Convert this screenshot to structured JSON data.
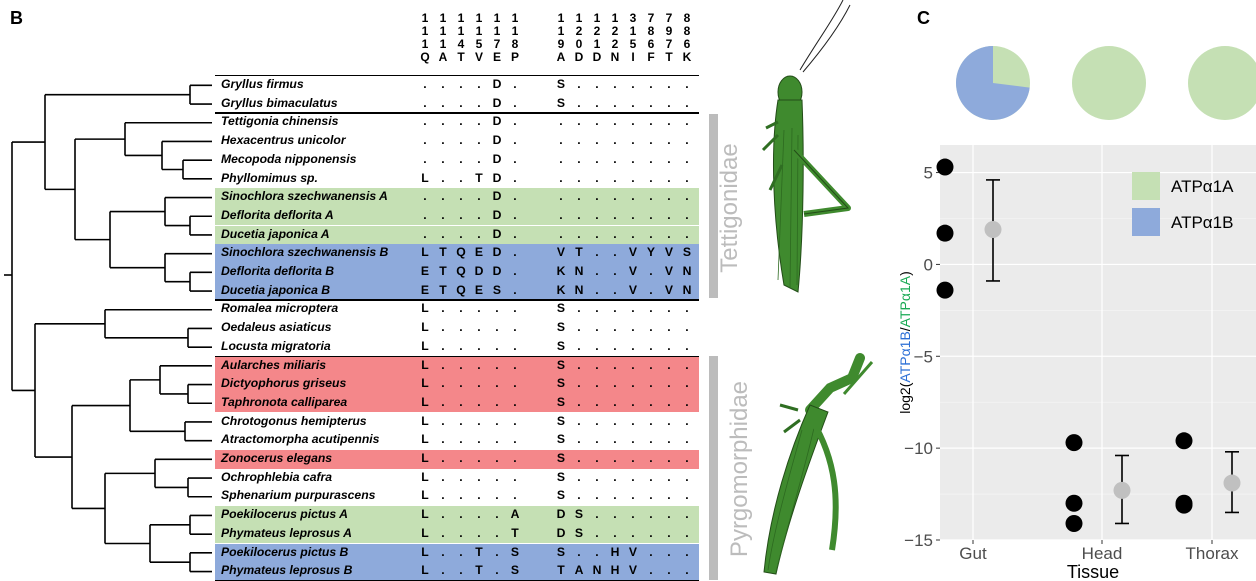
{
  "panel_b": {
    "label": "B",
    "columns": [
      {
        "digits": [
          "1",
          "1",
          "1"
        ],
        "aa": "Q"
      },
      {
        "digits": [
          "1",
          "1",
          "1"
        ],
        "aa": "A"
      },
      {
        "digits": [
          "1",
          "1",
          "4"
        ],
        "aa": "T"
      },
      {
        "digits": [
          "1",
          "1",
          "5"
        ],
        "aa": "V"
      },
      {
        "digits": [
          "1",
          "1",
          "7"
        ],
        "aa": "E"
      },
      {
        "digits": [
          "1",
          "1",
          "8"
        ],
        "aa": "P"
      },
      {
        "digits": [
          "1",
          "1",
          "9"
        ],
        "aa": "A"
      },
      {
        "digits": [
          "1",
          "2",
          "0"
        ],
        "aa": "D"
      },
      {
        "digits": [
          "1",
          "2",
          "1"
        ],
        "aa": "D"
      },
      {
        "digits": [
          "1",
          "2",
          "2"
        ],
        "aa": "N"
      },
      {
        "digits": [
          "3",
          "1",
          "5"
        ],
        "aa": "I"
      },
      {
        "digits": [
          "7",
          "8",
          "6"
        ],
        "aa": "F"
      },
      {
        "digits": [
          "7",
          "9",
          "7"
        ],
        "aa": "T"
      },
      {
        "digits": [
          "8",
          "8",
          "6"
        ],
        "aa": "K"
      }
    ],
    "rows": [
      {
        "species": "Gryllus firmus",
        "hl": "none",
        "cells": [
          ".",
          ".",
          ".",
          ".",
          "D",
          ".",
          "S",
          ".",
          ".",
          ".",
          ".",
          ".",
          ".",
          "."
        ]
      },
      {
        "species": "Gryllus bimaculatus",
        "hl": "none",
        "cells": [
          ".",
          ".",
          ".",
          ".",
          "D",
          ".",
          "S",
          ".",
          ".",
          ".",
          ".",
          ".",
          ".",
          "."
        ]
      },
      {
        "species": "Tettigonia chinensis",
        "hl": "none",
        "cells": [
          ".",
          ".",
          ".",
          ".",
          "D",
          ".",
          ".",
          ".",
          ".",
          ".",
          ".",
          ".",
          ".",
          "."
        ]
      },
      {
        "species": "Hexacentrus unicolor",
        "hl": "none",
        "cells": [
          ".",
          ".",
          ".",
          ".",
          "D",
          ".",
          ".",
          ".",
          ".",
          ".",
          ".",
          ".",
          ".",
          "."
        ]
      },
      {
        "species": "Mecopoda nipponensis",
        "hl": "none",
        "cells": [
          ".",
          ".",
          ".",
          ".",
          "D",
          ".",
          ".",
          ".",
          ".",
          ".",
          ".",
          ".",
          ".",
          "."
        ]
      },
      {
        "species": "Phyllomimus  sp.",
        "hl": "none",
        "cells": [
          "L",
          ".",
          ".",
          "T",
          "D",
          ".",
          ".",
          ".",
          ".",
          ".",
          ".",
          ".",
          ".",
          "."
        ]
      },
      {
        "species": "Sinochlora szechwanensis A",
        "hl": "green",
        "cells": [
          ".",
          ".",
          ".",
          ".",
          "D",
          ".",
          ".",
          ".",
          ".",
          ".",
          ".",
          ".",
          ".",
          "."
        ]
      },
      {
        "species": "Deflorita deflorita A",
        "hl": "green",
        "cells": [
          ".",
          ".",
          ".",
          ".",
          "D",
          ".",
          ".",
          ".",
          ".",
          ".",
          ".",
          ".",
          ".",
          "."
        ]
      },
      {
        "species": "Ducetia japonica A",
        "hl": "green",
        "cells": [
          ".",
          ".",
          ".",
          ".",
          "D",
          ".",
          ".",
          ".",
          ".",
          ".",
          ".",
          ".",
          ".",
          "."
        ]
      },
      {
        "species": "Sinochlora szechwanensis B",
        "hl": "blue",
        "cells": [
          "L",
          "T",
          "Q",
          "E",
          "D",
          ".",
          "V",
          "T",
          ".",
          ".",
          "V",
          "Y",
          "V",
          "S"
        ]
      },
      {
        "species": "Deflorita deflorita B",
        "hl": "blue",
        "cells": [
          "E",
          "T",
          "Q",
          "D",
          "D",
          ".",
          "K",
          "N",
          ".",
          ".",
          "V",
          ".",
          "V",
          "N"
        ]
      },
      {
        "species": "Ducetia japonica B",
        "hl": "blue",
        "cells": [
          "E",
          "T",
          "Q",
          "E",
          "S",
          ".",
          "K",
          "N",
          ".",
          ".",
          "V",
          ".",
          "V",
          "N"
        ]
      },
      {
        "species": "Romalea microptera",
        "hl": "none",
        "cells": [
          "L",
          ".",
          ".",
          ".",
          ".",
          ".",
          "S",
          ".",
          ".",
          ".",
          ".",
          ".",
          ".",
          "."
        ]
      },
      {
        "species": "Oedaleus asiaticus",
        "hl": "none",
        "cells": [
          "L",
          ".",
          ".",
          ".",
          ".",
          ".",
          "S",
          ".",
          ".",
          ".",
          ".",
          ".",
          ".",
          "."
        ]
      },
      {
        "species": "Locusta migratoria",
        "hl": "none",
        "cells": [
          "L",
          ".",
          ".",
          ".",
          ".",
          ".",
          "S",
          ".",
          ".",
          ".",
          ".",
          ".",
          ".",
          "."
        ]
      },
      {
        "species": "Aularches miliaris",
        "hl": "red",
        "cells": [
          "L",
          ".",
          ".",
          ".",
          ".",
          ".",
          "S",
          ".",
          ".",
          ".",
          ".",
          ".",
          ".",
          "."
        ]
      },
      {
        "species": "Dictyophorus griseus",
        "hl": "red",
        "cells": [
          "L",
          ".",
          ".",
          ".",
          ".",
          ".",
          "S",
          ".",
          ".",
          ".",
          ".",
          ".",
          ".",
          "."
        ]
      },
      {
        "species": "Taphronota calliparea",
        "hl": "red",
        "cells": [
          "L",
          ".",
          ".",
          ".",
          ".",
          ".",
          "S",
          ".",
          ".",
          ".",
          ".",
          ".",
          ".",
          "."
        ]
      },
      {
        "species": "Chrotogonus hemipterus",
        "hl": "none",
        "cells": [
          "L",
          ".",
          ".",
          ".",
          ".",
          ".",
          "S",
          ".",
          ".",
          ".",
          ".",
          ".",
          ".",
          "."
        ]
      },
      {
        "species": "Atractomorpha acutipennis",
        "hl": "none",
        "cells": [
          "L",
          ".",
          ".",
          ".",
          ".",
          ".",
          "S",
          ".",
          ".",
          ".",
          ".",
          ".",
          ".",
          "."
        ]
      },
      {
        "species": "Zonocerus elegans",
        "hl": "red",
        "cells": [
          "L",
          ".",
          ".",
          ".",
          ".",
          ".",
          "S",
          ".",
          ".",
          ".",
          ".",
          ".",
          ".",
          "."
        ]
      },
      {
        "species": "Ochrophlebia cafra",
        "hl": "none",
        "cells": [
          "L",
          ".",
          ".",
          ".",
          ".",
          ".",
          "S",
          ".",
          ".",
          ".",
          ".",
          ".",
          ".",
          "."
        ]
      },
      {
        "species": "Sphenarium purpurascens",
        "hl": "none",
        "cells": [
          "L",
          ".",
          ".",
          ".",
          ".",
          ".",
          "S",
          ".",
          ".",
          ".",
          ".",
          ".",
          ".",
          "."
        ]
      },
      {
        "species": "Poekilocerus pictus A",
        "hl": "green",
        "cells": [
          "L",
          ".",
          ".",
          ".",
          ".",
          "A",
          "D",
          "S",
          ".",
          ".",
          ".",
          ".",
          ".",
          "."
        ]
      },
      {
        "species": "Phymateus leprosus A",
        "hl": "green",
        "cells": [
          "L",
          ".",
          ".",
          ".",
          ".",
          "T",
          "D",
          "S",
          ".",
          ".",
          ".",
          ".",
          ".",
          "."
        ]
      },
      {
        "species": "Poekilocerus pictus B",
        "hl": "blue",
        "cells": [
          "L",
          ".",
          ".",
          "T",
          ".",
          "S",
          "S",
          ".",
          ".",
          "H",
          "V",
          ".",
          ".",
          "."
        ]
      },
      {
        "species": "Phymateus leprosus B",
        "hl": "blue",
        "cells": [
          "L",
          ".",
          ".",
          "T",
          ".",
          "S",
          "T",
          "A",
          "N",
          "H",
          "V",
          ".",
          ".",
          "."
        ]
      }
    ],
    "families": [
      "Tettigonidae",
      "Pyrgomorphidae"
    ],
    "colors": {
      "green": "#c5e0b4",
      "blue": "#8eaadb",
      "red": "#f4878a",
      "family_bar": "#bcbcbc",
      "insect": "#3f8a2e"
    }
  },
  "panel_c": {
    "label": "C",
    "chart_data": {
      "type": "scatter",
      "categories": [
        "Gut",
        "Head",
        "Thorax"
      ],
      "xlabel": "Tissue",
      "ylabel": {
        "prefix": "log2(",
        "num": "ATPα1B",
        "sep": "/",
        "den": "ATPα1A",
        "suffix": ")"
      },
      "ylim": [
        -15,
        6.5
      ],
      "yticks": [
        5,
        0,
        -5,
        -10,
        -15
      ],
      "replicates": [
        [
          5.3,
          1.7,
          -1.4
        ],
        [
          -9.7,
          -13.0,
          -14.1
        ],
        [
          -9.6,
          -13.0,
          -13.1
        ]
      ],
      "mean": [
        1.9,
        -12.3,
        -11.9
      ],
      "error": [
        [
          -0.9,
          4.6
        ],
        [
          -14.1,
          -10.4
        ],
        [
          -13.5,
          -10.2
        ]
      ],
      "pies": [
        {
          "ATPα1A": 0.27,
          "ATPα1B": 0.73
        },
        {
          "ATPα1A": 1.0,
          "ATPα1B": 0.0
        },
        {
          "ATPα1A": 1.0,
          "ATPα1B": 0.0
        }
      ],
      "legend": [
        {
          "name": "ATPα1A",
          "color": "#c5e0b4"
        },
        {
          "name": "ATPα1B",
          "color": "#8eaadb"
        }
      ],
      "legend_position": "top-right",
      "colors": {
        "ATPα1A_text": "#1aaa55",
        "ATPα1B_text": "#2b6fd6",
        "point": "#000000",
        "mean_point": "#c0c0c0",
        "panel_bg": "#ebebeb"
      }
    }
  }
}
